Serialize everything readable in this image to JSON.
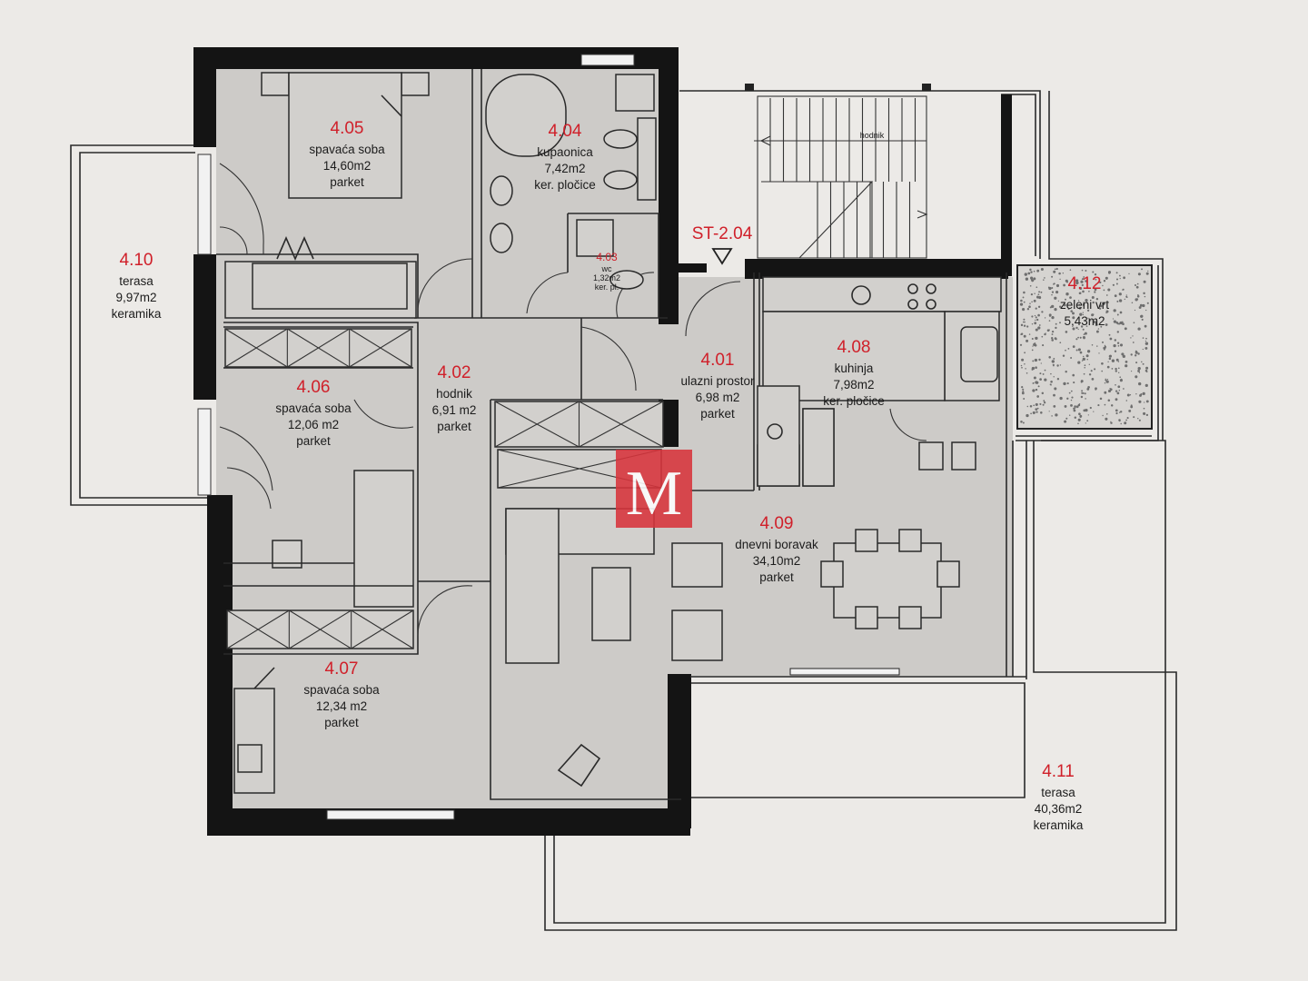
{
  "rooms": [
    {
      "id": "4.05",
      "name": "spavaća soba",
      "area": "14,60m2",
      "floor": "parket"
    },
    {
      "id": "4.04",
      "name": "kupaonica",
      "area": "7,42m2",
      "floor": "ker. pločice"
    },
    {
      "id": "4.10",
      "name": "terasa",
      "area": "9,97m2",
      "floor": "keramika"
    },
    {
      "id": "4.06",
      "name": "spavaća soba",
      "area": "12,06 m2",
      "floor": "parket"
    },
    {
      "id": "4.02",
      "name": "hodnik",
      "area": "6,91 m2",
      "floor": "parket"
    },
    {
      "id": "4.01",
      "name": "ulazni prostor",
      "area": "6,98 m2",
      "floor": "parket"
    },
    {
      "id": "4.08",
      "name": "kuhinja",
      "area": "7,98m2",
      "floor": "ker. pločice"
    },
    {
      "id": "4.12",
      "name": "zeleni vrt",
      "area": "5,43m2",
      "floor": ""
    },
    {
      "id": "4.09",
      "name": "dnevni boravak",
      "area": "34,10m2",
      "floor": "parket"
    },
    {
      "id": "4.07",
      "name": "spavaća soba",
      "area": "12,34 m2",
      "floor": "parket"
    },
    {
      "id": "4.11",
      "name": "terasa",
      "area": "40,36m2",
      "floor": "keramika"
    },
    {
      "id": "4.03",
      "name": "wc",
      "area": "1,32m2",
      "floor": "ker. pl."
    }
  ],
  "stair": {
    "code": "ST-2.04",
    "text": "hodnik"
  },
  "watermark": {
    "letter": "M",
    "color": "#d8343c"
  },
  "colors": {
    "wall": "#141414",
    "floor_fill": "#cdcbc8",
    "paper": "#eceae7",
    "label_red": "#d0202a"
  }
}
